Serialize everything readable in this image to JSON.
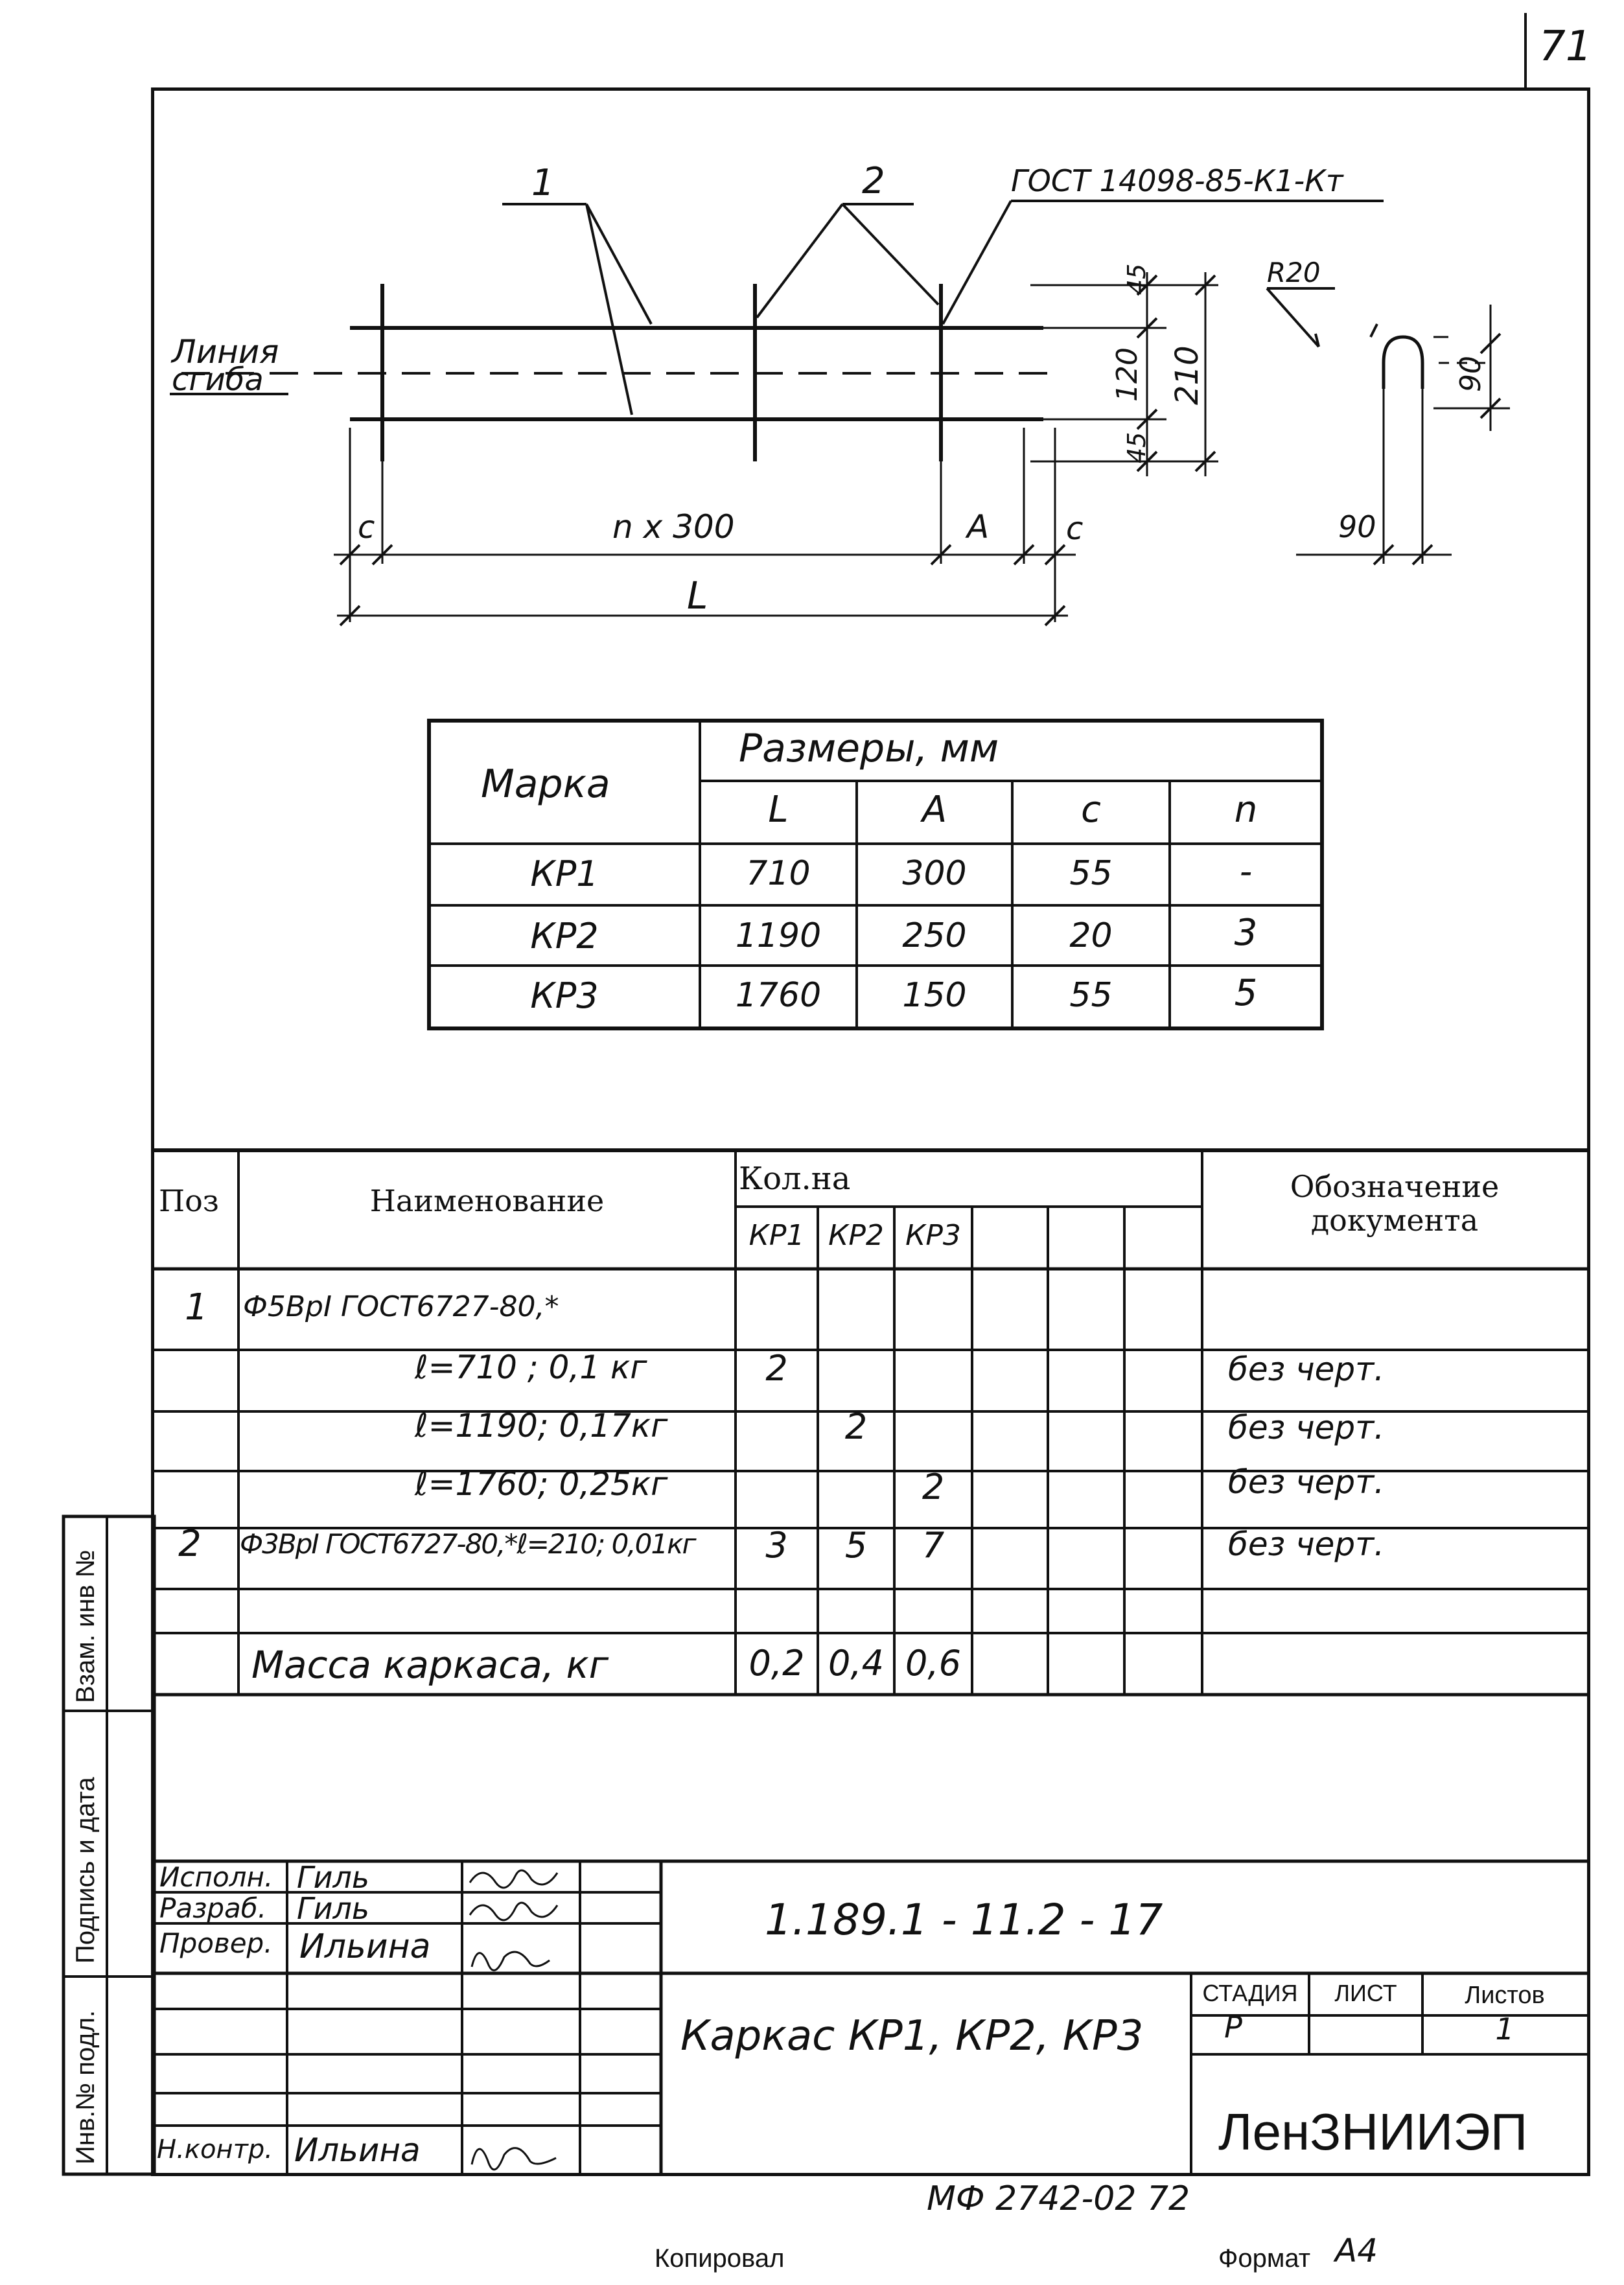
{
  "page_number": "71",
  "drawing": {
    "callout_1": "1",
    "callout_2": "2",
    "gost_label": "ГОСТ 14098-85-К1-Кт",
    "bend_line_label_1": "Линия",
    "bend_line_label_2": "сгиба",
    "dim_45_top": "45",
    "dim_120": "120",
    "dim_45_bottom": "45",
    "dim_210": "210",
    "dim_c_left": "c",
    "dim_n300": "n x 300",
    "dim_A": "A",
    "dim_c_right": "c",
    "dim_L": "L",
    "radius_label": "R20",
    "dim_90_vertical": "90",
    "dim_90_horizontal": "90"
  },
  "sizes_table": {
    "header_mark": "Марка",
    "header_sizes": "Размеры, мм",
    "columns": [
      "L",
      "A",
      "c",
      "n"
    ],
    "rows": [
      {
        "mark": "КР1",
        "L": "710",
        "A": "300",
        "c": "55",
        "n": "-"
      },
      {
        "mark": "КР2",
        "L": "1190",
        "A": "250",
        "c": "20",
        "n": "3"
      },
      {
        "mark": "КР3",
        "L": "1760",
        "A": "150",
        "c": "55",
        "n": "5"
      }
    ]
  },
  "spec_table": {
    "header_pos": "Поз",
    "header_name": "Наименование",
    "header_qty": "Кол.на",
    "qty_columns": [
      "КР1",
      "КР2",
      "КР3"
    ],
    "header_doc_1": "Обозначение",
    "header_doc_2": "документа",
    "rows": [
      {
        "pos": "1",
        "name": "Ф5ВрI ГОСТ6727-80,*",
        "kr1": "",
        "kr2": "",
        "kr3": "",
        "doc": ""
      },
      {
        "pos": "",
        "name": "ℓ=710 ; 0,1 кг",
        "kr1": "2",
        "kr2": "",
        "kr3": "",
        "doc": "без черт."
      },
      {
        "pos": "",
        "name": "ℓ=1190; 0,17кг",
        "kr1": "",
        "kr2": "2",
        "kr3": "",
        "doc": "без черт."
      },
      {
        "pos": "",
        "name": "ℓ=1760; 0,25кг",
        "kr1": "",
        "kr2": "",
        "kr3": "2",
        "doc": "без черт."
      },
      {
        "pos": "2",
        "name": "Ф3ВрI ГОСТ6727-80,*ℓ=210; 0,01кг",
        "kr1": "3",
        "kr2": "5",
        "kr3": "7",
        "doc": "без черт."
      },
      {
        "pos": "",
        "name": "",
        "kr1": "",
        "kr2": "",
        "kr3": "",
        "doc": ""
      },
      {
        "pos": "",
        "name": "Масса каркаса, кг",
        "kr1": "0,2",
        "kr2": "0,4",
        "kr3": "0,6",
        "doc": ""
      }
    ]
  },
  "side_stamp": {
    "inv_orig": "Инв.№ подл.",
    "sign_date": "Подпись и дата",
    "vzam_inv": "Взам. инв №"
  },
  "title_block": {
    "roles": [
      "Исполн.",
      "Разраб.",
      "Провер.",
      "",
      "",
      "",
      "Н.контр."
    ],
    "names": [
      "Гиль",
      "Гиль",
      "Ильина",
      "",
      "",
      "",
      "Ильина"
    ],
    "doc_number": "1.189.1 - 11.2 - 17",
    "title": "Каркас КР1, КР2, КР3",
    "stage_label": "Стадия",
    "sheet_label": "Лист",
    "sheets_label": "Листов",
    "stage_value": "Р",
    "sheet_value": "",
    "sheets_value": "1",
    "organization": "ЛенЗНИИЭП"
  },
  "footer": {
    "archive_number": "МФ 2742-02 72",
    "copied": "Копировал",
    "format_label": "Формат",
    "format_value": "А4"
  }
}
